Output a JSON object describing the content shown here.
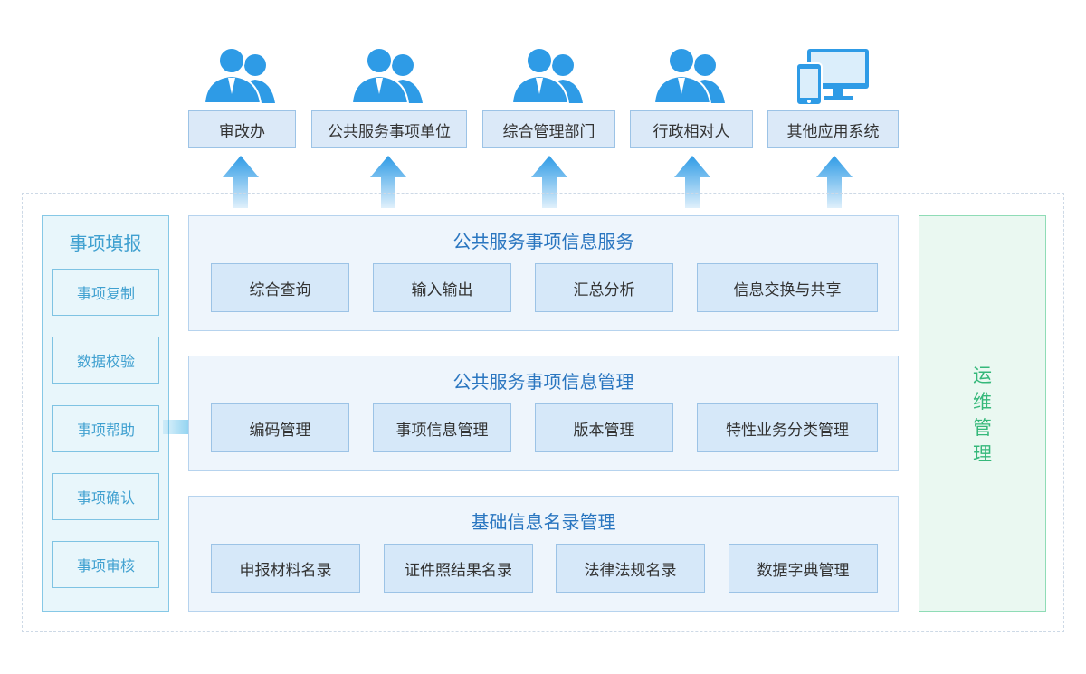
{
  "top_users": [
    {
      "label": "审改办",
      "icon": "users-icon"
    },
    {
      "label": "公共服务事项单位",
      "icon": "users-icon"
    },
    {
      "label": "综合管理部门",
      "icon": "users-icon"
    },
    {
      "label": "行政相对人",
      "icon": "users-icon"
    },
    {
      "label": "其他应用系统",
      "icon": "devices-icon"
    }
  ],
  "left_panel": {
    "title": "事项填报",
    "items": [
      "事项复制",
      "数据校验",
      "事项帮助",
      "事项确认",
      "事项审核"
    ]
  },
  "sections": [
    {
      "title": "公共服务事项信息服务",
      "items": [
        "综合查询",
        "输入输出",
        "汇总分析",
        "信息交换与共享"
      ]
    },
    {
      "title": "公共服务事项信息管理",
      "items": [
        "编码管理",
        "事项信息管理",
        "版本管理",
        "特性业务分类管理"
      ]
    },
    {
      "title": "基础信息名录管理",
      "items": [
        "申报材料名录",
        "证件照结果名录",
        "法律法规名录",
        "数据字典管理"
      ]
    }
  ],
  "right_panel": {
    "text": "运维管理"
  },
  "colors": {
    "primary": "#2e9be6",
    "left_accent": "#3fa0d0",
    "right_accent": "#35b87a"
  }
}
